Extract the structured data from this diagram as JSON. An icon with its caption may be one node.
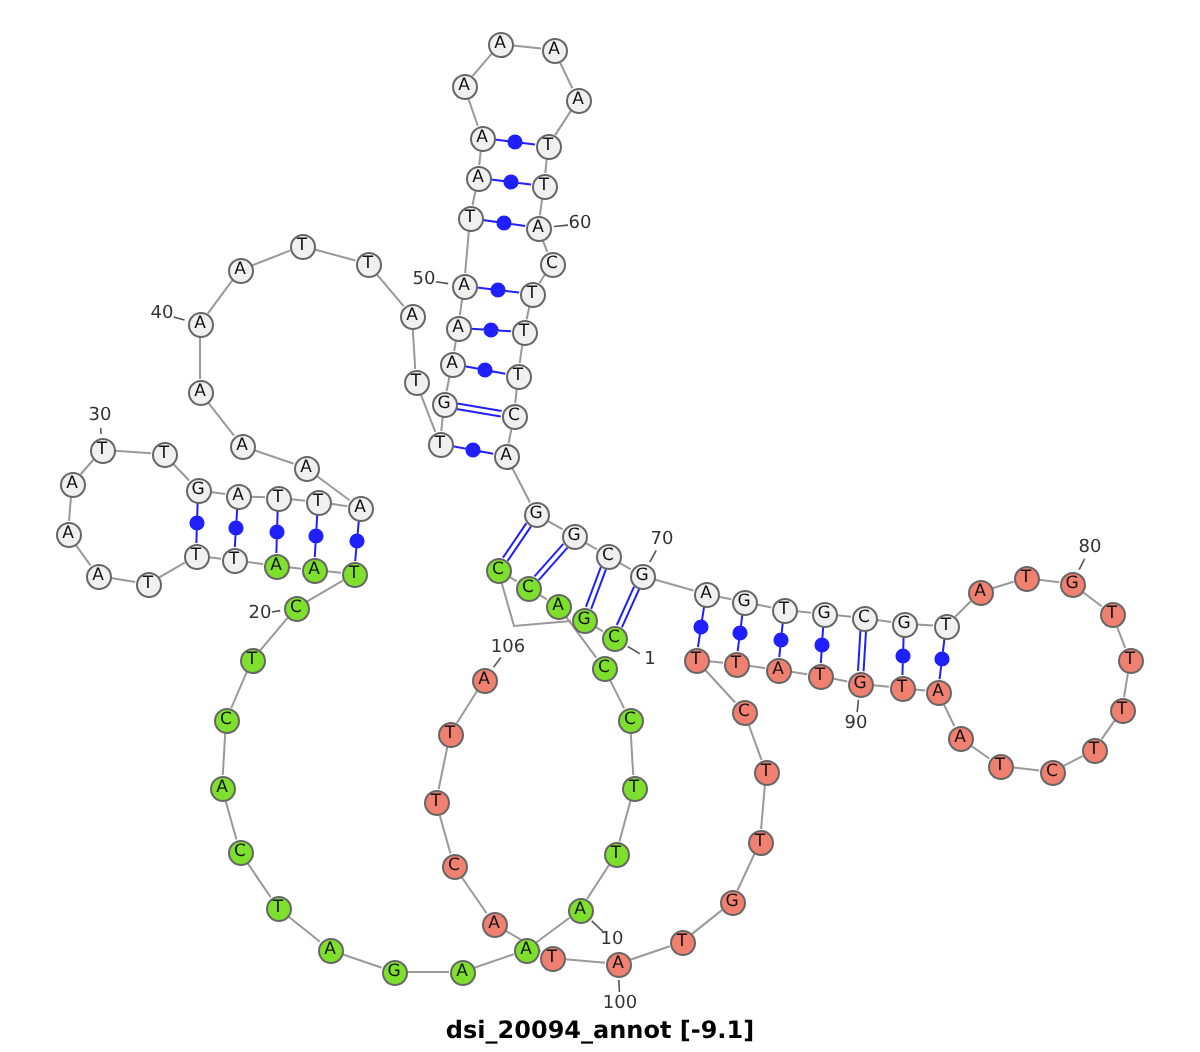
{
  "diagram": {
    "caption": "dsi_20094_annot [-9.1]",
    "nodes": [
      {
        "text": [
          "C"
        ],
        "beside": [
          "1"
        ]
      },
      {
        "text": [
          "G"
        ]
      },
      {
        "text": [
          "C"
        ]
      },
      {
        "text": [
          "C"
        ]
      },
      {
        "text": [
          "A"
        ]
      },
      {
        "text": [
          "C"
        ]
      },
      {
        "text": [
          "C"
        ]
      },
      {
        "text": [
          "T"
        ]
      },
      {
        "text": [
          "T"
        ]
      },
      {
        "text": [
          "A"
        ],
        "beside": [
          "10"
        ]
      },
      {
        "text": [
          "A"
        ]
      },
      {
        "text": [
          "A"
        ]
      },
      {
        "text": [
          "G"
        ]
      },
      {
        "text": [
          "A"
        ]
      },
      {
        "text": [
          "T"
        ]
      },
      {
        "text": [
          "C"
        ]
      },
      {
        "text": [
          "A"
        ]
      },
      {
        "text": [
          "C"
        ]
      },
      {
        "text": [
          "T"
        ]
      },
      {
        "text": [
          "C"
        ],
        "beside": [
          "20"
        ]
      },
      {
        "text": [
          "T"
        ]
      },
      {
        "text": [
          "A"
        ]
      },
      {
        "text": [
          "A"
        ]
      },
      {
        "text": [
          "T"
        ]
      },
      {
        "text": [
          "T"
        ]
      },
      {
        "text": [
          "T"
        ]
      },
      {
        "text": [
          "A"
        ]
      },
      {
        "text": [
          "A"
        ]
      },
      {
        "text": [
          "A"
        ]
      },
      {
        "text": [
          "T"
        ],
        "beside": [
          "30"
        ]
      },
      {
        "text": [
          "T"
        ]
      },
      {
        "text": [
          "G"
        ]
      },
      {
        "text": [
          "A"
        ]
      },
      {
        "text": [
          "T"
        ]
      },
      {
        "text": [
          "T"
        ]
      },
      {
        "text": [
          "A"
        ]
      },
      {
        "text": [
          "A"
        ]
      },
      {
        "text": [
          "A"
        ]
      },
      {
        "text": [
          "A"
        ]
      },
      {
        "text": [
          "A"
        ],
        "beside": [
          "40"
        ]
      },
      {
        "text": [
          "A"
        ]
      },
      {
        "text": [
          "T"
        ]
      },
      {
        "text": [
          "T"
        ]
      },
      {
        "text": [
          "A"
        ]
      },
      {
        "text": [
          "T"
        ]
      },
      {
        "text": [
          "T"
        ]
      },
      {
        "text": [
          "G"
        ]
      },
      {
        "text": [
          "A"
        ]
      },
      {
        "text": [
          "A"
        ]
      },
      {
        "text": [
          "A"
        ],
        "beside": [
          "50"
        ]
      },
      {
        "text": [
          "T"
        ]
      },
      {
        "text": [
          "A"
        ]
      },
      {
        "text": [
          "A"
        ]
      },
      {
        "text": [
          "A"
        ]
      },
      {
        "text": [
          "A"
        ]
      },
      {
        "text": [
          "A"
        ]
      },
      {
        "text": [
          "A"
        ]
      },
      {
        "text": [
          "T"
        ]
      },
      {
        "text": [
          "T"
        ]
      },
      {
        "text": [
          "A"
        ],
        "beside": [
          "60"
        ]
      },
      {
        "text": [
          "C"
        ]
      },
      {
        "text": [
          "T"
        ]
      },
      {
        "text": [
          "T"
        ]
      },
      {
        "text": [
          "T"
        ]
      },
      {
        "text": [
          "C"
        ]
      },
      {
        "text": [
          "A"
        ]
      },
      {
        "text": [
          "G"
        ]
      },
      {
        "text": [
          "G"
        ]
      },
      {
        "text": [
          "C"
        ]
      },
      {
        "text": [
          "G"
        ],
        "beside": [
          "70"
        ]
      },
      {
        "text": [
          "A"
        ]
      },
      {
        "text": [
          "G"
        ]
      },
      {
        "text": [
          "T"
        ]
      },
      {
        "text": [
          "G"
        ]
      },
      {
        "text": [
          "C"
        ]
      },
      {
        "text": [
          "G"
        ]
      },
      {
        "text": [
          "T"
        ]
      },
      {
        "text": [
          "A"
        ]
      },
      {
        "text": [
          "T"
        ]
      },
      {
        "text": [
          "G"
        ],
        "beside": [
          "80"
        ]
      },
      {
        "text": [
          "T"
        ]
      },
      {
        "text": [
          "T"
        ]
      },
      {
        "text": [
          "T"
        ]
      },
      {
        "text": [
          "T"
        ]
      },
      {
        "text": [
          "C"
        ]
      },
      {
        "text": [
          "T"
        ]
      },
      {
        "text": [
          "A"
        ]
      },
      {
        "text": [
          "A"
        ]
      },
      {
        "text": [
          "T"
        ]
      },
      {
        "text": [
          "G"
        ],
        "beside": [
          "90"
        ]
      },
      {
        "text": [
          "T"
        ]
      },
      {
        "text": [
          "A"
        ]
      },
      {
        "text": [
          "T"
        ]
      },
      {
        "text": [
          "T"
        ]
      },
      {
        "text": [
          "C"
        ]
      },
      {
        "text": [
          "T"
        ]
      },
      {
        "text": [
          "T"
        ]
      },
      {
        "text": [
          "G"
        ]
      },
      {
        "text": [
          "T"
        ]
      },
      {
        "text": [
          "A"
        ],
        "beside": [
          "100"
        ]
      },
      {
        "text": [
          "T"
        ]
      },
      {
        "text": [
          "A"
        ]
      },
      {
        "text": [
          "C"
        ]
      },
      {
        "text": [
          "T"
        ]
      },
      {
        "text": [
          "T"
        ]
      },
      {
        "text": [
          "A"
        ],
        "beside": [
          "106"
        ]
      }
    ],
    "edges": [
      {
        "from": 0,
        "to": 1,
        "arrow": "none"
      },
      {
        "from": 1,
        "to": 2,
        "arrow": "none"
      },
      {
        "from": 2,
        "to": 3,
        "arrow": "none"
      },
      {
        "from": 3,
        "to": 4,
        "arrow": "none"
      },
      {
        "from": 4,
        "to": 5,
        "arrow": "none"
      },
      {
        "from": 5,
        "to": 6,
        "arrow": "none"
      },
      {
        "from": 6,
        "to": 7,
        "arrow": "none"
      },
      {
        "from": 7,
        "to": 8,
        "arrow": "none"
      },
      {
        "from": 8,
        "to": 9,
        "arrow": "none"
      },
      {
        "from": 9,
        "to": 10,
        "arrow": "none"
      },
      {
        "from": 10,
        "to": 11,
        "arrow": "none"
      },
      {
        "from": 11,
        "to": 12,
        "arrow": "none"
      },
      {
        "from": 12,
        "to": 13,
        "arrow": "none"
      },
      {
        "from": 13,
        "to": 14,
        "arrow": "none"
      },
      {
        "from": 14,
        "to": 15,
        "arrow": "none"
      },
      {
        "from": 15,
        "to": 16,
        "arrow": "none"
      },
      {
        "from": 16,
        "to": 17,
        "arrow": "none"
      },
      {
        "from": 17,
        "to": 18,
        "arrow": "none"
      },
      {
        "from": 18,
        "to": 19,
        "arrow": "none"
      },
      {
        "from": 19,
        "to": 20,
        "arrow": "none"
      },
      {
        "from": 20,
        "to": 21,
        "arrow": "none"
      },
      {
        "from": 21,
        "to": 22,
        "arrow": "none"
      },
      {
        "from": 22,
        "to": 23,
        "arrow": "none"
      },
      {
        "from": 23,
        "to": 24,
        "arrow": "none"
      },
      {
        "from": 24,
        "to": 25,
        "arrow": "none"
      },
      {
        "from": 25,
        "to": 26,
        "arrow": "none"
      },
      {
        "from": 26,
        "to": 27,
        "arrow": "none"
      },
      {
        "from": 27,
        "to": 28,
        "arrow": "none"
      },
      {
        "from": 28,
        "to": 29,
        "arrow": "none"
      },
      {
        "from": 29,
        "to": 30,
        "arrow": "none"
      },
      {
        "from": 30,
        "to": 31,
        "arrow": "none"
      },
      {
        "from": 31,
        "to": 32,
        "arrow": "none"
      },
      {
        "from": 32,
        "to": 33,
        "arrow": "none"
      },
      {
        "from": 33,
        "to": 34,
        "arrow": "none"
      },
      {
        "from": 34,
        "to": 35,
        "arrow": "none"
      },
      {
        "from": 35,
        "to": 36,
        "arrow": "none"
      },
      {
        "from": 36,
        "to": 37,
        "arrow": "none"
      },
      {
        "from": 37,
        "to": 38,
        "arrow": "none"
      },
      {
        "from": 38,
        "to": 39,
        "arrow": "none"
      },
      {
        "from": 39,
        "to": 40,
        "arrow": "none"
      },
      {
        "from": 40,
        "to": 41,
        "arrow": "none"
      },
      {
        "from": 41,
        "to": 42,
        "arrow": "none"
      },
      {
        "from": 42,
        "to": 43,
        "arrow": "none"
      },
      {
        "from": 43,
        "to": 44,
        "arrow": "none"
      },
      {
        "from": 44,
        "to": 45,
        "arrow": "none"
      },
      {
        "from": 45,
        "to": 46,
        "arrow": "none"
      },
      {
        "from": 46,
        "to": 47,
        "arrow": "none"
      },
      {
        "from": 47,
        "to": 48,
        "arrow": "none"
      },
      {
        "from": 48,
        "to": 49,
        "arrow": "none"
      },
      {
        "from": 49,
        "to": 50,
        "arrow": "none"
      },
      {
        "from": 50,
        "to": 51,
        "arrow": "none"
      },
      {
        "from": 51,
        "to": 52,
        "arrow": "none"
      },
      {
        "from": 52,
        "to": 53,
        "arrow": "none"
      },
      {
        "from": 53,
        "to": 54,
        "arrow": "none"
      },
      {
        "from": 54,
        "to": 55,
        "arrow": "none"
      },
      {
        "from": 55,
        "to": 56,
        "arrow": "none"
      },
      {
        "from": 56,
        "to": 57,
        "arrow": "none"
      },
      {
        "from": 57,
        "to": 58,
        "arrow": "none"
      },
      {
        "from": 58,
        "to": 59,
        "arrow": "none"
      },
      {
        "from": 59,
        "to": 60,
        "arrow": "none"
      },
      {
        "from": 60,
        "to": 61,
        "arrow": "none"
      },
      {
        "from": 61,
        "to": 62,
        "arrow": "none"
      },
      {
        "from": 62,
        "to": 63,
        "arrow": "none"
      },
      {
        "from": 63,
        "to": 64,
        "arrow": "none"
      },
      {
        "from": 64,
        "to": 65,
        "arrow": "none"
      },
      {
        "from": 65,
        "to": 66,
        "arrow": "none"
      },
      {
        "from": 66,
        "to": 67,
        "arrow": "none"
      },
      {
        "from": 67,
        "to": 68,
        "arrow": "none"
      },
      {
        "from": 68,
        "to": 69,
        "arrow": "none"
      },
      {
        "from": 69,
        "to": 70,
        "arrow": "none"
      },
      {
        "from": 70,
        "to": 71,
        "arrow": "none"
      },
      {
        "from": 71,
        "to": 72,
        "arrow": "none"
      },
      {
        "from": 72,
        "to": 73,
        "arrow": "none"
      },
      {
        "from": 73,
        "to": 74,
        "arrow": "none"
      },
      {
        "from": 74,
        "to": 75,
        "arrow": "none"
      },
      {
        "from": 75,
        "to": 76,
        "arrow": "none"
      },
      {
        "from": 76,
        "to": 77,
        "arrow": "none"
      },
      {
        "from": 77,
        "to": 78,
        "arrow": "none"
      },
      {
        "from": 78,
        "to": 79,
        "arrow": "none"
      },
      {
        "from": 79,
        "to": 80,
        "arrow": "none"
      },
      {
        "from": 80,
        "to": 81,
        "arrow": "none"
      },
      {
        "from": 81,
        "to": 82,
        "arrow": "none"
      },
      {
        "from": 82,
        "to": 83,
        "arrow": "none"
      },
      {
        "from": 83,
        "to": 84,
        "arrow": "none"
      },
      {
        "from": 84,
        "to": 85,
        "arrow": "none"
      },
      {
        "from": 85,
        "to": 86,
        "arrow": "none"
      },
      {
        "from": 86,
        "to": 87,
        "arrow": "none"
      },
      {
        "from": 87,
        "to": 88,
        "arrow": "none"
      },
      {
        "from": 88,
        "to": 89,
        "arrow": "none"
      },
      {
        "from": 89,
        "to": 90,
        "arrow": "none"
      },
      {
        "from": 90,
        "to": 91,
        "arrow": "none"
      },
      {
        "from": 91,
        "to": 92,
        "arrow": "none"
      },
      {
        "from": 92,
        "to": 93,
        "arrow": "none"
      },
      {
        "from": 93,
        "to": 94,
        "arrow": "none"
      },
      {
        "from": 94,
        "to": 95,
        "arrow": "none"
      },
      {
        "from": 95,
        "to": 96,
        "arrow": "none"
      },
      {
        "from": 96,
        "to": 97,
        "arrow": "none"
      },
      {
        "from": 97,
        "to": 98,
        "arrow": "none"
      },
      {
        "from": 98,
        "to": 99,
        "arrow": "none"
      },
      {
        "from": 99,
        "to": 100,
        "arrow": "none"
      },
      {
        "from": 100,
        "to": 101,
        "arrow": "none"
      },
      {
        "from": 101,
        "to": 102,
        "arrow": "none"
      },
      {
        "from": 102,
        "to": 103,
        "arrow": "none"
      },
      {
        "from": 103,
        "to": 104,
        "arrow": "none"
      },
      {
        "from": 104,
        "to": 105,
        "arrow": "none"
      },
      {
        "from": 0,
        "to": 69,
        "arrow": "none",
        "color": "#2020ff"
      },
      {
        "from": 1,
        "to": 68,
        "arrow": "none",
        "color": "#2020ff"
      },
      {
        "from": 2,
        "to": 66,
        "arrow": "none",
        "color": "#2020ff"
      },
      {
        "from": 3,
        "to": 67,
        "arrow": "none",
        "color": "#2020ff"
      },
      {
        "from": 20,
        "to": 35,
        "arrow": "none",
        "color": "#2020ff"
      },
      {
        "from": 21,
        "to": 34,
        "arrow": "none",
        "color": "#2020ff"
      },
      {
        "from": 22,
        "to": 33,
        "arrow": "none",
        "color": "#2020ff"
      },
      {
        "from": 23,
        "to": 32,
        "arrow": "none",
        "color": "#2020ff"
      },
      {
        "from": 24,
        "to": 31,
        "arrow": "none",
        "color": "#2020ff"
      },
      {
        "from": 45,
        "to": 65,
        "arrow": "none",
        "color": "#2020ff"
      },
      {
        "from": 46,
        "to": 64,
        "arrow": "none",
        "color": "#2020ff"
      },
      {
        "from": 47,
        "to": 63,
        "arrow": "none",
        "color": "#2020ff"
      },
      {
        "from": 48,
        "to": 62,
        "arrow": "none",
        "color": "#2020ff"
      },
      {
        "from": 49,
        "to": 61,
        "arrow": "none",
        "color": "#2020ff"
      },
      {
        "from": 50,
        "to": 59,
        "arrow": "none",
        "color": "#2020ff"
      },
      {
        "from": 51,
        "to": 58,
        "arrow": "none",
        "color": "#2020ff"
      },
      {
        "from": 52,
        "to": 57,
        "arrow": "none",
        "color": "#2020ff"
      },
      {
        "from": 70,
        "to": 93,
        "arrow": "none",
        "color": "#2020ff"
      },
      {
        "from": 71,
        "to": 92,
        "arrow": "none",
        "color": "#2020ff"
      },
      {
        "from": 72,
        "to": 91,
        "arrow": "none",
        "color": "#2020ff"
      },
      {
        "from": 73,
        "to": 90,
        "arrow": "none",
        "color": "#2020ff"
      },
      {
        "from": 74,
        "to": 89,
        "arrow": "none",
        "color": "#2020ff"
      },
      {
        "from": 75,
        "to": 88,
        "arrow": "none",
        "color": "#2020ff"
      },
      {
        "from": 76,
        "to": 87,
        "arrow": "none",
        "color": "#2020ff"
      }
    ]
  }
}
